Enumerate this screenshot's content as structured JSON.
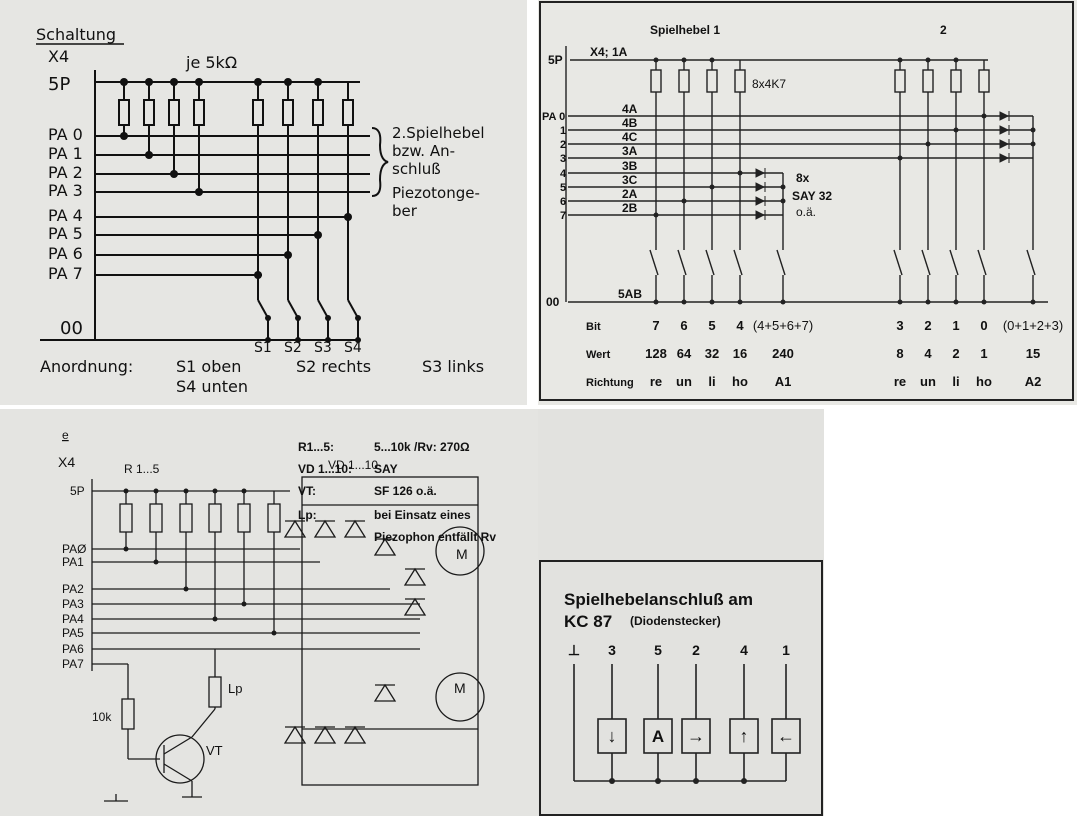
{
  "panel_a": {
    "title": "Schaltung",
    "connector": "X4",
    "resistor_note": "je 5kΩ",
    "power": "5P",
    "ground": "00",
    "ports": [
      "PA 0",
      "PA 1",
      "PA 2",
      "PA 3",
      "PA 4",
      "PA 5",
      "PA 6",
      "PA 7"
    ],
    "note_lines": [
      "2.Spielhebel",
      "bzw. An-",
      "schluß",
      "Piezotonge-",
      "ber"
    ],
    "switches": [
      "S1",
      "S2",
      "S3",
      "S4"
    ],
    "arrangement_label": "Anordnung:",
    "arrangement": [
      "S1 oben",
      "S4 unten",
      "S2 rechts",
      "S3 links"
    ]
  },
  "panel_b": {
    "header_1": "Spielhebel 1",
    "header_2": "2",
    "power": "5P",
    "connector": "X4; 1A",
    "resistors": "8x4K7",
    "ports": [
      "PA 0",
      "1",
      "2",
      "3",
      "4",
      "5",
      "6",
      "7"
    ],
    "pins": [
      "4A",
      "4B",
      "4C",
      "3A",
      "3B",
      "3C",
      "2A",
      "2B"
    ],
    "diodes": [
      "8x",
      "SAY 32",
      "o.ä."
    ],
    "ground": "00",
    "ground_pin": "5AB",
    "row_labels": [
      "Bit",
      "Wert",
      "Richtung"
    ],
    "bits": [
      "7",
      "6",
      "5",
      "4",
      "(4+5+6+7)",
      "3",
      "2",
      "1",
      "0",
      "(0+1+2+3)"
    ],
    "values": [
      "128",
      "64",
      "32",
      "16",
      "240",
      "8",
      "4",
      "2",
      "1",
      "15"
    ],
    "directions": [
      "re",
      "un",
      "li",
      "ho",
      "A1",
      "re",
      "un",
      "li",
      "ho",
      "A2"
    ]
  },
  "panel_c": {
    "label": "e",
    "connector": "X4",
    "power": "5P",
    "resistors": "R 1...5",
    "diodes": "VD 1...10",
    "ports": [
      "PAØ",
      "PA1",
      "PA2",
      "PA3",
      "PA4",
      "PA5",
      "PA6",
      "PA7"
    ],
    "base_resistor": "10k",
    "transistor": "VT",
    "speaker": "Lp",
    "plug_label": "M",
    "legend": [
      {
        "key": "R1...5:",
        "value": "5...10k /Rv: 270Ω"
      },
      {
        "key": "VD 1...10:",
        "value": "SAY"
      },
      {
        "key": "VT:",
        "value": "SF 126 o.ä."
      },
      {
        "key": "Lp:",
        "value": "bei Einsatz eines"
      },
      {
        "key": "",
        "value": "Piezophon entfällt Rv"
      }
    ]
  },
  "panel_d": {
    "title_line1": "Spielhebelanschluß am",
    "title_line2": "KC 87",
    "title_suffix": "(Diodenstecker)",
    "pins": [
      "⊥",
      "3",
      "5",
      "2",
      "4",
      "1"
    ],
    "symbols": [
      "↓",
      "A",
      "→",
      "↑",
      "←"
    ]
  }
}
